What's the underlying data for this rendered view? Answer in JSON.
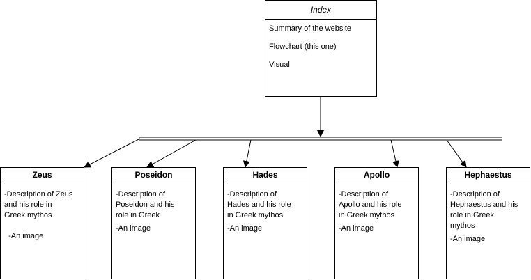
{
  "index": {
    "title": "Index",
    "items": [
      "Summary of the website",
      "Flowchart (this one)",
      "Visual"
    ]
  },
  "cards": [
    {
      "title": "Zeus",
      "description": "-Description of Zeus\nand his role in\nGreek mythos",
      "image_note": "  -An image"
    },
    {
      "title": "Poseidon",
      "description": "-Description of\nPoseidon and his\nrole in Greek",
      "image_note": "-An image"
    },
    {
      "title": "Hades",
      "description": "-Description of\nHades and his role\nin Greek mythos",
      "image_note": "-An image"
    },
    {
      "title": "Apollo",
      "description": "-Description of\nApollo and his role\nin Greek mythos",
      "image_note": "-An image"
    },
    {
      "title": "Hephaestus",
      "description": "-Description of\nHephaestus and his\nrole in Greek\nmythos",
      "image_note": "-An image"
    }
  ]
}
